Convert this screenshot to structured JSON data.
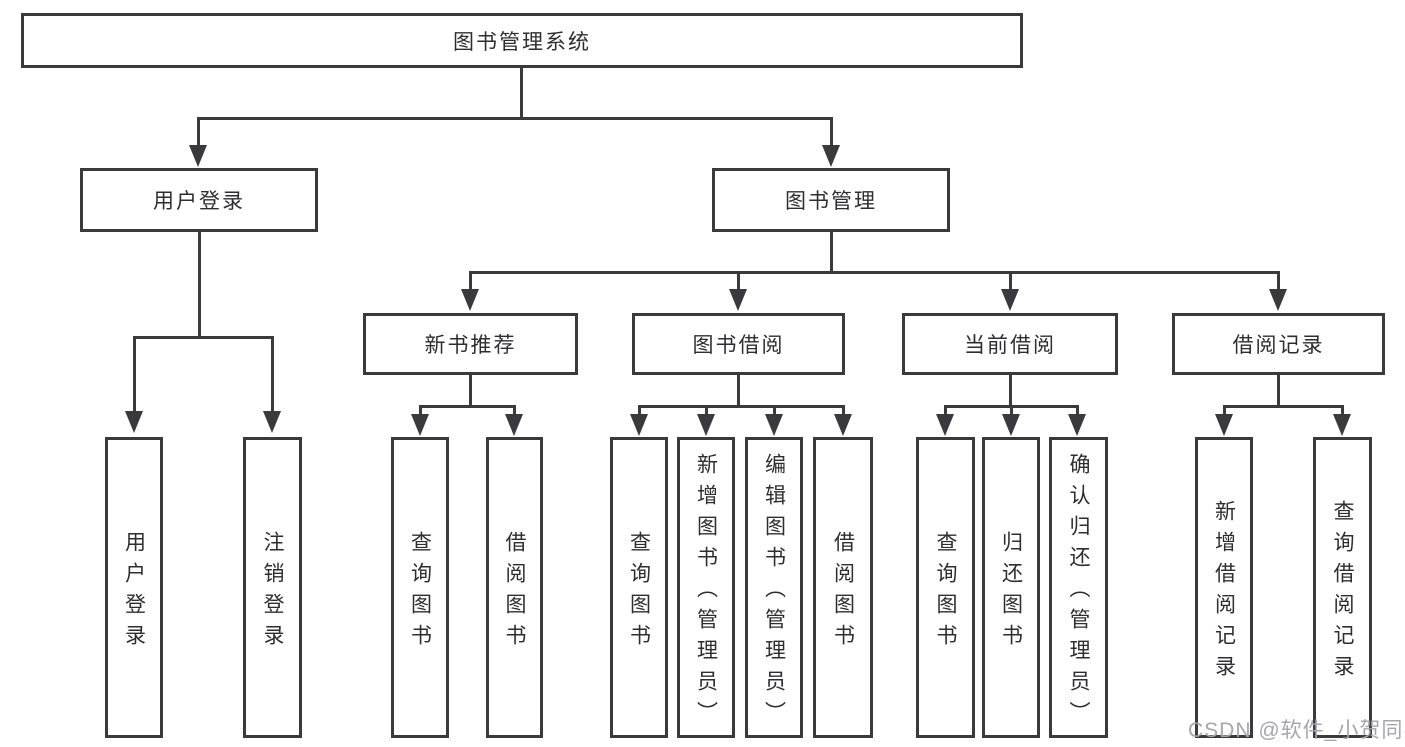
{
  "diagram": {
    "title": "图书管理系统",
    "type": "hierarchy-tree",
    "colors": {
      "line": "#3a3a3c",
      "text": "#2e2e30",
      "watermark": "#a7a5a9",
      "background": "#ffffff"
    },
    "watermark": {
      "text": "CSDN @软件_小贺同学"
    },
    "nodes": {
      "root": {
        "label": "图书管理系统"
      },
      "user_login": {
        "label": "用户登录"
      },
      "book_mgmt": {
        "label": "图书管理"
      },
      "new_book_rec": {
        "label": "新书推荐"
      },
      "book_borrow": {
        "label": "图书借阅"
      },
      "current_borrow": {
        "label": "当前借阅"
      },
      "borrow_record": {
        "label": "借阅记录"
      },
      "leaf_user_login": {
        "label": "用户登录"
      },
      "leaf_logout": {
        "label": "注销登录"
      },
      "leaf_query_book_a": {
        "label": "查询图书"
      },
      "leaf_borrow_book_a": {
        "label": "借阅图书"
      },
      "leaf_query_book_b": {
        "label": "查询图书"
      },
      "leaf_add_book": {
        "label": "新增图书（管理员）"
      },
      "leaf_edit_book": {
        "label": "编辑图书（管理员）"
      },
      "leaf_borrow_book_b": {
        "label": "借阅图书"
      },
      "leaf_query_book_c": {
        "label": "查询图书"
      },
      "leaf_return_book": {
        "label": "归还图书"
      },
      "leaf_confirm_return": {
        "label": "确认归还（管理员）"
      },
      "leaf_add_record": {
        "label": "新增借阅记录"
      },
      "leaf_query_record": {
        "label": "查询借阅记录"
      }
    },
    "structure": {
      "图书管理系统": [
        "用户登录",
        "图书管理"
      ],
      "用户登录": [
        "用户登录",
        "注销登录"
      ],
      "图书管理": [
        "新书推荐",
        "图书借阅",
        "当前借阅",
        "借阅记录"
      ],
      "新书推荐": [
        "查询图书",
        "借阅图书"
      ],
      "图书借阅": [
        "查询图书",
        "新增图书（管理员）",
        "编辑图书（管理员）",
        "借阅图书"
      ],
      "当前借阅": [
        "查询图书",
        "归还图书",
        "确认归还（管理员）"
      ],
      "借阅记录": [
        "新增借阅记录",
        "查询借阅记录"
      ]
    }
  }
}
